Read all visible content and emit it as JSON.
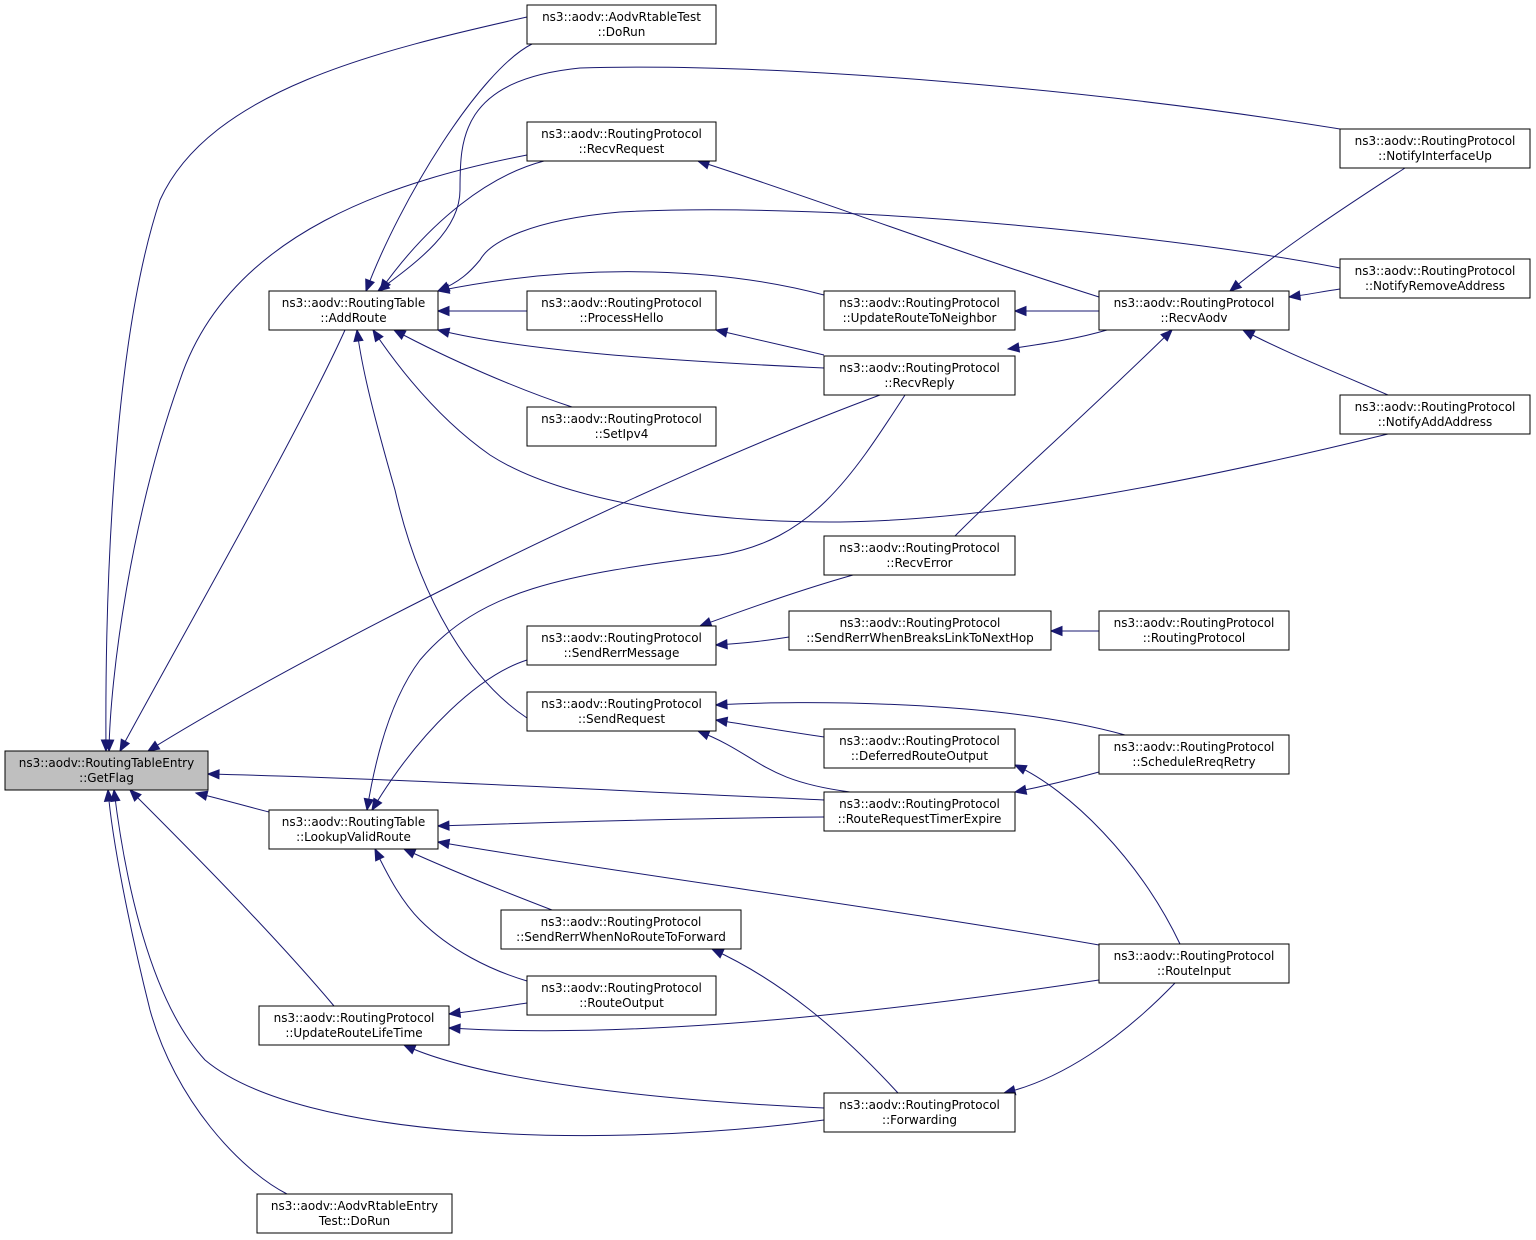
{
  "nodes": {
    "getflag": [
      "ns3::aodv::RoutingTableEntry",
      "::GetFlag"
    ],
    "addroute": [
      "ns3::aodv::RoutingTable",
      "::AddRoute"
    ],
    "lookupvalidroute": [
      "ns3::aodv::RoutingTable",
      "::LookupValidRoute"
    ],
    "updateroutelifetime": [
      "ns3::aodv::RoutingProtocol",
      "::UpdateRouteLifeTime"
    ],
    "rtabletest_dorun": [
      "ns3::aodv::AodvRtableTest",
      "::DoRun"
    ],
    "rtableentrytest_dorun": [
      "ns3::aodv::AodvRtableEntry",
      "Test::DoRun"
    ],
    "recvrequest": [
      "ns3::aodv::RoutingProtocol",
      "::RecvRequest"
    ],
    "processhello": [
      "ns3::aodv::RoutingProtocol",
      "::ProcessHello"
    ],
    "setipv4": [
      "ns3::aodv::RoutingProtocol",
      "::SetIpv4"
    ],
    "senderrmessage": [
      "ns3::aodv::RoutingProtocol",
      "::SendRerrMessage"
    ],
    "sendrequest": [
      "ns3::aodv::RoutingProtocol",
      "::SendRequest"
    ],
    "senderrnoroute": [
      "ns3::aodv::RoutingProtocol",
      "::SendRerrWhenNoRouteToForward"
    ],
    "routeoutput": [
      "ns3::aodv::RoutingProtocol",
      "::RouteOutput"
    ],
    "updateroutetoneighbor": [
      "ns3::aodv::RoutingProtocol",
      "::UpdateRouteToNeighbor"
    ],
    "recvreply": [
      "ns3::aodv::RoutingProtocol",
      "::RecvReply"
    ],
    "recverror": [
      "ns3::aodv::RoutingProtocol",
      "::RecvError"
    ],
    "senderrbreaks": [
      "ns3::aodv::RoutingProtocol",
      "::SendRerrWhenBreaksLinkToNextHop"
    ],
    "deferredrouteoutput": [
      "ns3::aodv::RoutingProtocol",
      "::DeferredRouteOutput"
    ],
    "routerequesttimerexpire": [
      "ns3::aodv::RoutingProtocol",
      "::RouteRequestTimerExpire"
    ],
    "forwarding": [
      "ns3::aodv::RoutingProtocol",
      "::Forwarding"
    ],
    "recvaodv": [
      "ns3::aodv::RoutingProtocol",
      "::RecvAodv"
    ],
    "routingprotocol_ctor": [
      "ns3::aodv::RoutingProtocol",
      "::RoutingProtocol"
    ],
    "scheduler": [
      "ns3::aodv::RoutingProtocol",
      "::ScheduleRreqRetry"
    ],
    "routeinput": [
      "ns3::aodv::RoutingProtocol",
      "::RouteInput"
    ],
    "notifyinterfaceup": [
      "ns3::aodv::RoutingProtocol",
      "::NotifyInterfaceUp"
    ],
    "notifyremoveaddress": [
      "ns3::aodv::RoutingProtocol",
      "::NotifyRemoveAddress"
    ],
    "notifyaddaddress": [
      "ns3::aodv::RoutingProtocol",
      "::NotifyAddAddress"
    ]
  },
  "focus_node": "getflag",
  "edges": [
    {
      "from": "rtabletest_dorun",
      "to": "getflag"
    },
    {
      "from": "recvrequest",
      "to": "getflag"
    },
    {
      "from": "addroute",
      "to": "getflag"
    },
    {
      "from": "recvreply",
      "to": "getflag"
    },
    {
      "from": "routerequesttimerexpire",
      "to": "getflag"
    },
    {
      "from": "lookupvalidroute",
      "to": "getflag"
    },
    {
      "from": "updateroutelifetime",
      "to": "getflag"
    },
    {
      "from": "forwarding",
      "to": "getflag"
    },
    {
      "from": "rtableentrytest_dorun",
      "to": "getflag"
    },
    {
      "from": "rtabletest_dorun",
      "to": "addroute"
    },
    {
      "from": "notifyinterfaceup",
      "to": "addroute"
    },
    {
      "from": "recvrequest",
      "to": "addroute"
    },
    {
      "from": "notifyremoveaddress",
      "to": "addroute"
    },
    {
      "from": "updateroutetoneighbor",
      "to": "addroute"
    },
    {
      "from": "processhello",
      "to": "addroute"
    },
    {
      "from": "recvreply",
      "to": "addroute"
    },
    {
      "from": "setipv4",
      "to": "addroute"
    },
    {
      "from": "notifyaddaddress",
      "to": "addroute"
    },
    {
      "from": "sendrequest",
      "to": "addroute"
    },
    {
      "from": "recvreply",
      "to": "lookupvalidroute"
    },
    {
      "from": "senderrmessage",
      "to": "lookupvalidroute"
    },
    {
      "from": "routerequesttimerexpire",
      "to": "lookupvalidroute"
    },
    {
      "from": "routeinput",
      "to": "lookupvalidroute"
    },
    {
      "from": "senderrnoroute",
      "to": "lookupvalidroute"
    },
    {
      "from": "routeoutput",
      "to": "lookupvalidroute"
    },
    {
      "from": "routeoutput",
      "to": "updateroutelifetime"
    },
    {
      "from": "routeinput",
      "to": "updateroutelifetime"
    },
    {
      "from": "forwarding",
      "to": "updateroutelifetime"
    },
    {
      "from": "recvaodv",
      "to": "recvrequest"
    },
    {
      "from": "recvreply",
      "to": "processhello"
    },
    {
      "from": "recvaodv",
      "to": "updateroutetoneighbor"
    },
    {
      "from": "recvaodv",
      "to": "recvreply"
    },
    {
      "from": "recverror",
      "to": "senderrmessage"
    },
    {
      "from": "senderrbreaks",
      "to": "senderrmessage"
    },
    {
      "from": "scheduler",
      "to": "sendrequest"
    },
    {
      "from": "deferredrouteoutput",
      "to": "sendrequest"
    },
    {
      "from": "routerequesttimerexpire",
      "to": "sendrequest"
    },
    {
      "from": "forwarding",
      "to": "senderrnoroute"
    },
    {
      "from": "recverror",
      "to": "recvaodv"
    },
    {
      "from": "routingprotocol_ctor",
      "to": "senderrbreaks"
    },
    {
      "from": "routeinput",
      "to": "deferredrouteoutput"
    },
    {
      "from": "scheduler",
      "to": "routerequesttimerexpire"
    },
    {
      "from": "routeinput",
      "to": "forwarding"
    },
    {
      "from": "notifyinterfaceup",
      "to": "recvaodv"
    },
    {
      "from": "notifyremoveaddress",
      "to": "recvaodv"
    },
    {
      "from": "notifyaddaddress",
      "to": "recvaodv"
    }
  ]
}
